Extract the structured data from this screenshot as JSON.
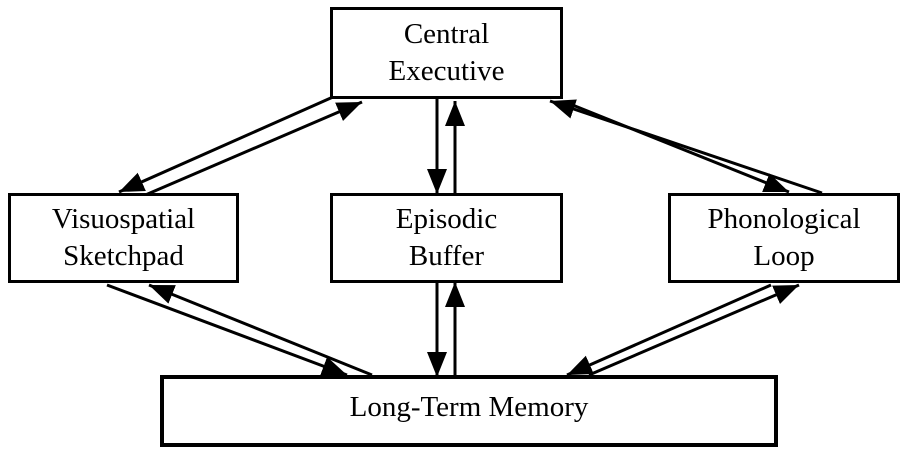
{
  "diagram": {
    "nodes": {
      "central_executive": {
        "lines": [
          "Central",
          "Executive"
        ]
      },
      "visuospatial_sketchpad": {
        "lines": [
          "Visuospatial",
          "Sketchpad"
        ]
      },
      "episodic_buffer": {
        "lines": [
          "Episodic",
          "Buffer"
        ]
      },
      "phonological_loop": {
        "lines": [
          "Phonological",
          "Loop"
        ]
      },
      "long_term_memory": {
        "lines": [
          "Long-Term Memory"
        ]
      }
    },
    "edges": [
      {
        "from": "central_executive",
        "to": "visuospatial_sketchpad",
        "bidirectional": true,
        "style": "double-line, filled arrowheads at opposite ends"
      },
      {
        "from": "central_executive",
        "to": "episodic_buffer",
        "bidirectional": true,
        "style": "double-line, filled arrowheads at opposite ends"
      },
      {
        "from": "central_executive",
        "to": "phonological_loop",
        "bidirectional": true,
        "style": "double-line, filled arrowheads at opposite ends"
      },
      {
        "from": "visuospatial_sketchpad",
        "to": "long_term_memory",
        "bidirectional": true,
        "style": "double-line, filled arrowheads at opposite ends"
      },
      {
        "from": "episodic_buffer",
        "to": "long_term_memory",
        "bidirectional": true,
        "style": "double-line, filled arrowheads at opposite ends"
      },
      {
        "from": "phonological_loop",
        "to": "long_term_memory",
        "bidirectional": true,
        "style": "double-line, filled arrowheads at opposite ends"
      }
    ],
    "colors": {
      "background": "#ffffff",
      "box_fill": "#ffffff",
      "box_border": "#000000",
      "line": "#000000",
      "text": "#000000"
    }
  }
}
